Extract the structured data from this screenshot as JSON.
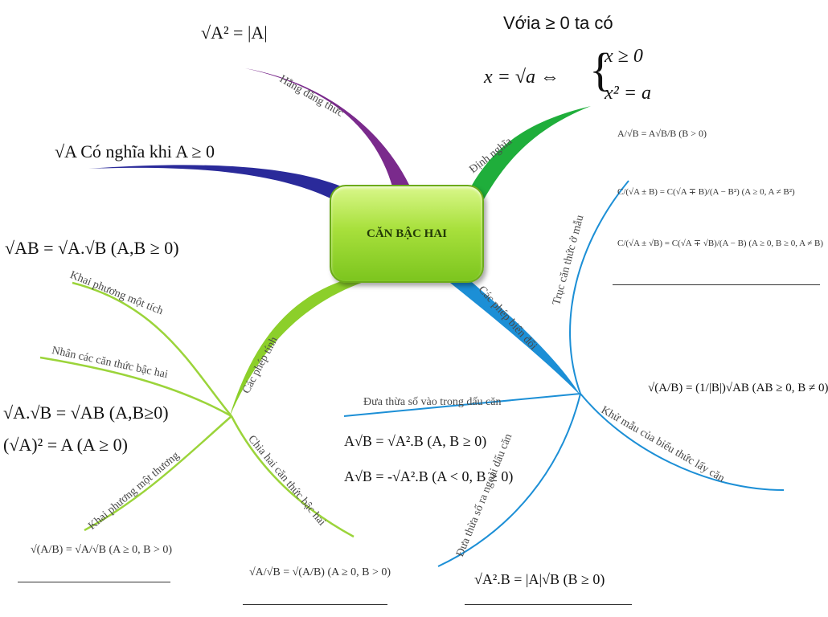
{
  "center": {
    "label": "CĂN BẬC HAI"
  },
  "colors": {
    "definition": "#1fae3b",
    "identity": "#7a2a8c",
    "meaning": "#2a2a9a",
    "operations": "#8ccf2a",
    "transforms": "#1c8fd6"
  },
  "branches": {
    "identity": {
      "label": "Hằng đẳng thức",
      "formula": "√A² = |A|"
    },
    "definition": {
      "label": "Định nghĩa",
      "intro": "Vớia ≥ 0 ta có",
      "lhs": "x = √a ⇔",
      "cond1": "x ≥ 0",
      "cond2": "x² = a"
    },
    "meaning": {
      "formula": "√A Có nghĩa khi A ≥ 0"
    },
    "operations": {
      "label": "Các phép tính",
      "product_formula": "√AB = √A.√B (A,B ≥ 0)",
      "product_label": "Khai phương một tích",
      "multiply_label": "Nhân các căn thức bậc hai",
      "multiply_formula1": "√A.√B = √AB (A,B≥0)",
      "multiply_formula2": "(√A)² = A (A ≥ 0)",
      "quotient_label": "Khai phương một thương",
      "quotient_formula": "√(A/B) = √A/√B (A ≥ 0, B > 0)",
      "divide_label": "Chia hai căn thức bậc hai",
      "divide_formula": "√A/√B = √(A/B) (A ≥ 0, B > 0)"
    },
    "transforms": {
      "label": "Các phép biến đổi",
      "rationalize_label": "Trục căn thức ở mẫu",
      "rationalize_f1": "A/√B = A√B/B (B > 0)",
      "rationalize_f2": "C/(√A ± B) = C(√A ∓ B)/(A − B²) (A ≥ 0, A ≠ B²)",
      "rationalize_f3": "C/(√A ± √B) = C(√A ∓ √B)/(A − B) (A ≥ 0, B ≥ 0, A ≠ B)",
      "bring_in_label": "Đưa thừa số vào trong dấu căn",
      "bring_in_f1": "A√B = √A².B (A, B ≥ 0)",
      "bring_in_f2": "A√B = -√A².B (A < 0, B ≥ 0)",
      "bring_out_label": "Đưa thừa số ra ngoài dấu căn",
      "bring_out_formula": "√A².B = |A|√B (B ≥ 0)",
      "denominator_label": "Khử mẫu của biểu thức lấy căn",
      "denominator_formula": "√(A/B) = (1/|B|)√AB (AB ≥ 0, B ≠ 0)"
    }
  }
}
